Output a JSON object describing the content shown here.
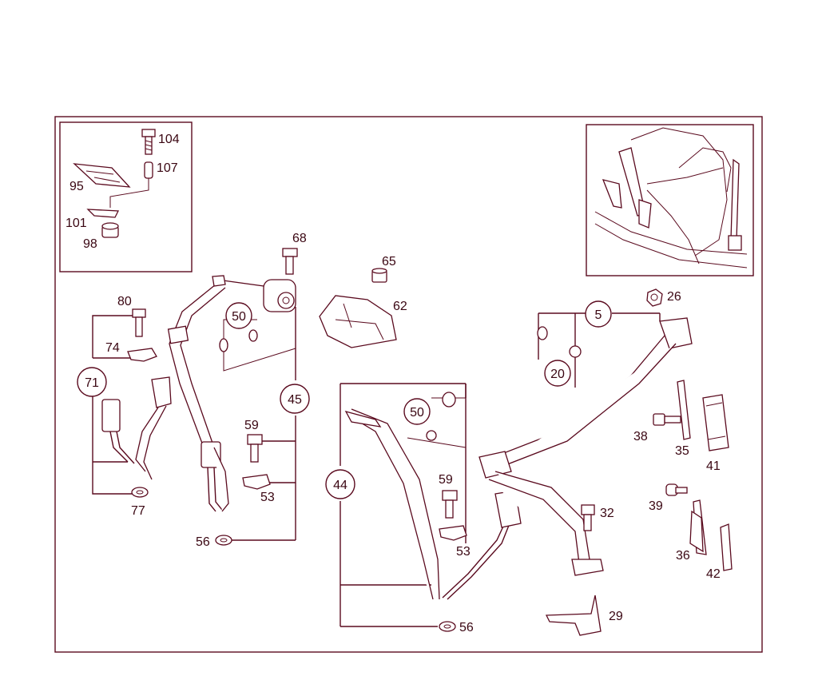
{
  "callouts": {
    "c5": "5",
    "c20": "20",
    "c26": "26",
    "c29": "29",
    "c32": "32",
    "c35": "35",
    "c36": "36",
    "c38": "38",
    "c39": "39",
    "c41": "41",
    "c42": "42",
    "c44": "44",
    "c45": "45",
    "c50a": "50",
    "c50b": "50",
    "c53a": "53",
    "c53b": "53",
    "c56a": "56",
    "c56b": "56",
    "c59a": "59",
    "c59b": "59",
    "c62": "62",
    "c65": "65",
    "c68": "68",
    "c71": "71",
    "c74": "74",
    "c77": "77",
    "c80": "80",
    "c95": "95",
    "c98": "98",
    "c101": "101",
    "c104": "104",
    "c107": "107"
  },
  "colors": {
    "line": "#5a0a1e",
    "text": "#3a0612"
  }
}
